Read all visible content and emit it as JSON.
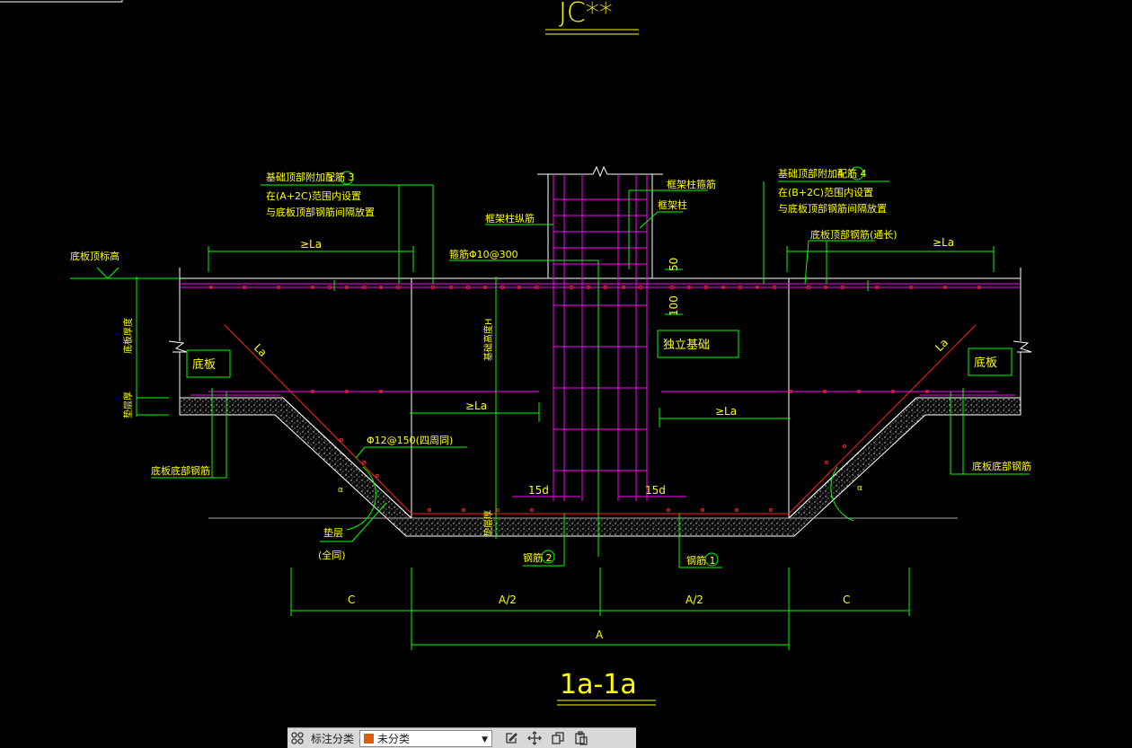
{
  "drawing": {
    "top_title": "JC**",
    "section_title": "1a-1a",
    "notes": {
      "top_rebar_left_1": "基础顶部附加配筋 3",
      "top_rebar_left_2": "在(A+2C)范围内设置",
      "top_rebar_left_3": "与底板顶部钢筋间隔放置",
      "top_rebar_right_1": "基础顶部附加配筋 4",
      "top_rebar_right_2": "在(B+2C)范围内设置",
      "top_rebar_right_3": "与底板顶部钢筋间隔放置",
      "col_stirrup": "框架柱箍筋",
      "col_long": "框架柱纵筋",
      "frame_col": "框架柱",
      "stirrup_spec": "箍筋Φ10@300",
      "slab_top_rebar_thru": "底板顶部钢筋(通长)",
      "slab_top_elev": "底板顶标高",
      "slab_thickness": "底板厚度",
      "cushion_thick": "垫层厚",
      "found_height": "基础高度H",
      "isolated_found": "独立基础",
      "slab_left": "底板",
      "slab_right": "底板",
      "side_rebar": "Φ12@150(四周同)",
      "slab_bottom_rebar_left": "底板底部钢筋",
      "slab_bottom_rebar_right": "底板底部钢筋",
      "cushion": "垫层",
      "cushion_same": "(全同)",
      "rebar_1": "钢筋 1",
      "rebar_2": "钢筋 2",
      "cushion_thick_short": "垫层厚",
      "la": "≥La",
      "la_diag": "La",
      "hook": "15d",
      "dim_50": "50",
      "dim_100": "100",
      "alpha": "α",
      "circle_3": "3",
      "circle_4": "4"
    },
    "dims": {
      "c": "C",
      "a_half": "A/2",
      "a": "A"
    },
    "colors": {
      "yellow": "#ffff00",
      "green": "#00ff00",
      "magenta": "#ff00ff",
      "red": "#ff2020",
      "white": "#ffffff"
    }
  },
  "toolbar": {
    "grid_icon": "grid-icon",
    "label": "标注分类",
    "select_value": "未分类",
    "tools": [
      "edit-icon",
      "move-icon",
      "copy-icon",
      "paste-icon"
    ]
  }
}
